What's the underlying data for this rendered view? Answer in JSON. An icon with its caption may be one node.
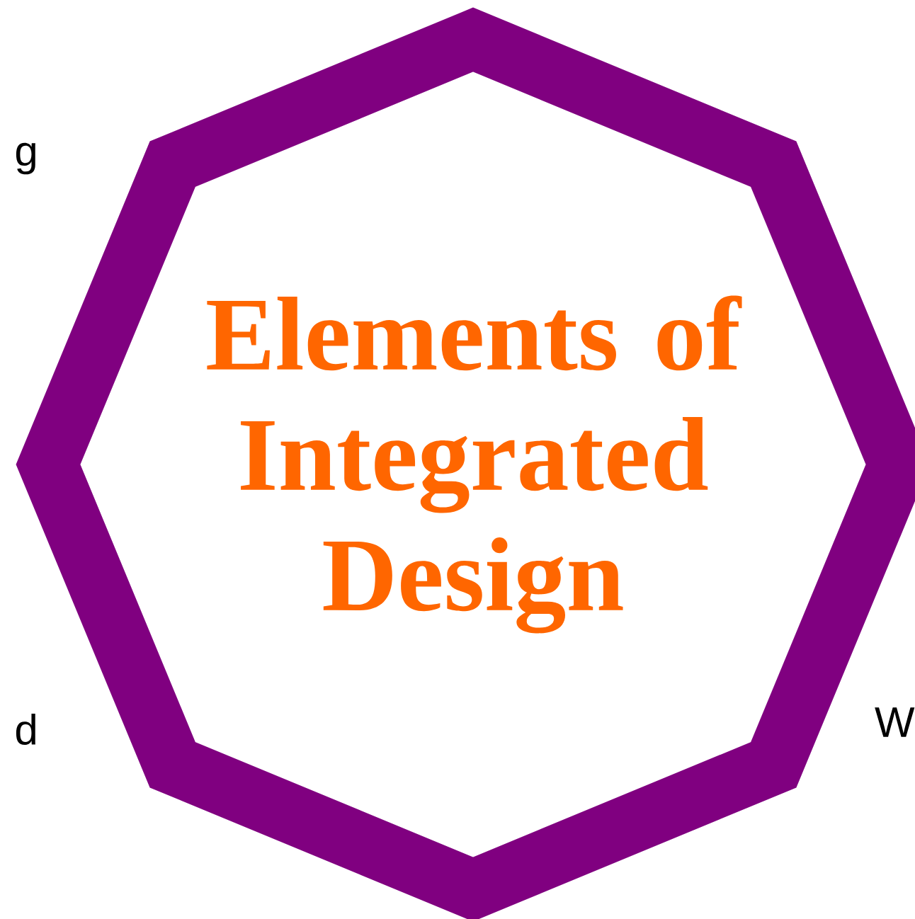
{
  "diagram": {
    "nodes": [
      {
        "text": [
          "Elements of Integrated Design"
        ]
      }
    ],
    "labels": [
      "g",
      "d",
      "W"
    ]
  }
}
